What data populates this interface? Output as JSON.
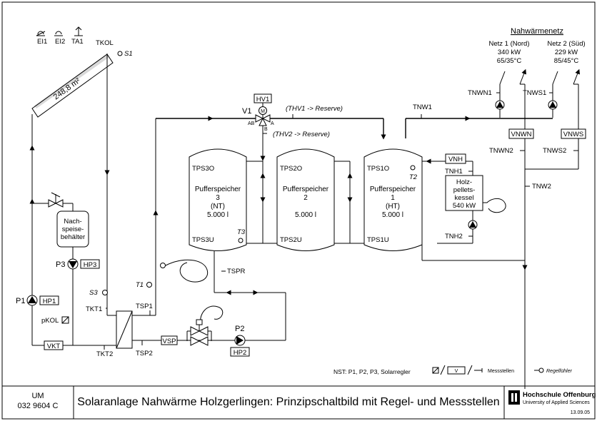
{
  "header": {
    "network_title": "Nahwärmenetz",
    "netz1": [
      "Netz 1 (Nord)",
      "340 kW",
      "65/35°C"
    ],
    "netz2": [
      "Netz 2 (Süd)",
      "229 kW",
      "85/45°C"
    ]
  },
  "sensors_top": {
    "el1": "EI1",
    "el2": "EI2",
    "ta1": "TA1"
  },
  "collector": {
    "area": "248,8 m²",
    "tkol": "TKOL",
    "s1": "S1"
  },
  "valve": {
    "v1": "V1",
    "hv1": "HV1",
    "m": "M",
    "ab": "AB",
    "a": "A",
    "b": "B",
    "thv1": "(THV1 -> Reserve)",
    "thv2": "(THV2 -> Reserve)"
  },
  "tank3": {
    "top": "TPS3O",
    "name": "Pufferspeicher",
    "num": "3",
    "type": "(NT)",
    "vol": "5.000 l",
    "bottom": "TPS3U",
    "t3": "T3"
  },
  "tank2": {
    "top": "TPS2O",
    "name": "Pufferspeicher",
    "num": "2",
    "vol": "5.000 l",
    "bottom": "TPS2U"
  },
  "tank1": {
    "top": "TPS1O",
    "name": "Pufferspeicher",
    "num": "1",
    "type": "(HT)",
    "vol": "5.000 l",
    "bottom": "TPS1U",
    "t2": "T2"
  },
  "boiler": {
    "l1": "Holz-",
    "l2": "pellets-",
    "l3": "kessel",
    "l4": "540 kW",
    "vnh": "VNH",
    "tnh1": "TNH1",
    "tnh2": "TNH2"
  },
  "network_labels": {
    "tnw1": "TNW1",
    "tnwn1": "TNWN1",
    "tnws1": "TNWS1",
    "vnwn": "VNWN",
    "vnws": "VNWS",
    "tnwn2": "TNWN2",
    "tnws2": "TNWS2",
    "tnw2": "TNW2"
  },
  "expansion": {
    "l1": "Nach-",
    "l2": "speise-",
    "l3": "behälter"
  },
  "pumps": {
    "p1": "P1",
    "hp1": "HP1",
    "p2": "P2",
    "hp2": "HP2",
    "p3": "P3",
    "hp3": "HP3"
  },
  "solar_loop": {
    "pkol": "pKOL",
    "vkt": "VKT",
    "tkt1": "TKT1",
    "tkt2": "TKT2",
    "s3": "S3",
    "t1": "T1",
    "tsp1": "TSP1",
    "tsp2": "TSP2",
    "vsp": "VSP",
    "tspr": "TSPR"
  },
  "legend": {
    "nst": "NST: P1, P2, P3, Solarregler",
    "v": "V",
    "messstellen": "Messstellen",
    "regelfuehler": "Regelfühler"
  },
  "footer": {
    "um": "UM",
    "number": "032 9604 C",
    "title": "Solaranlage Nahwärme Holzgerlingen: Prinzipschaltbild mit Regel- und Messstellen",
    "org": "Hochschule Offenburg",
    "org_sub": "University of Applied Sciences",
    "date": "13.09.05"
  }
}
